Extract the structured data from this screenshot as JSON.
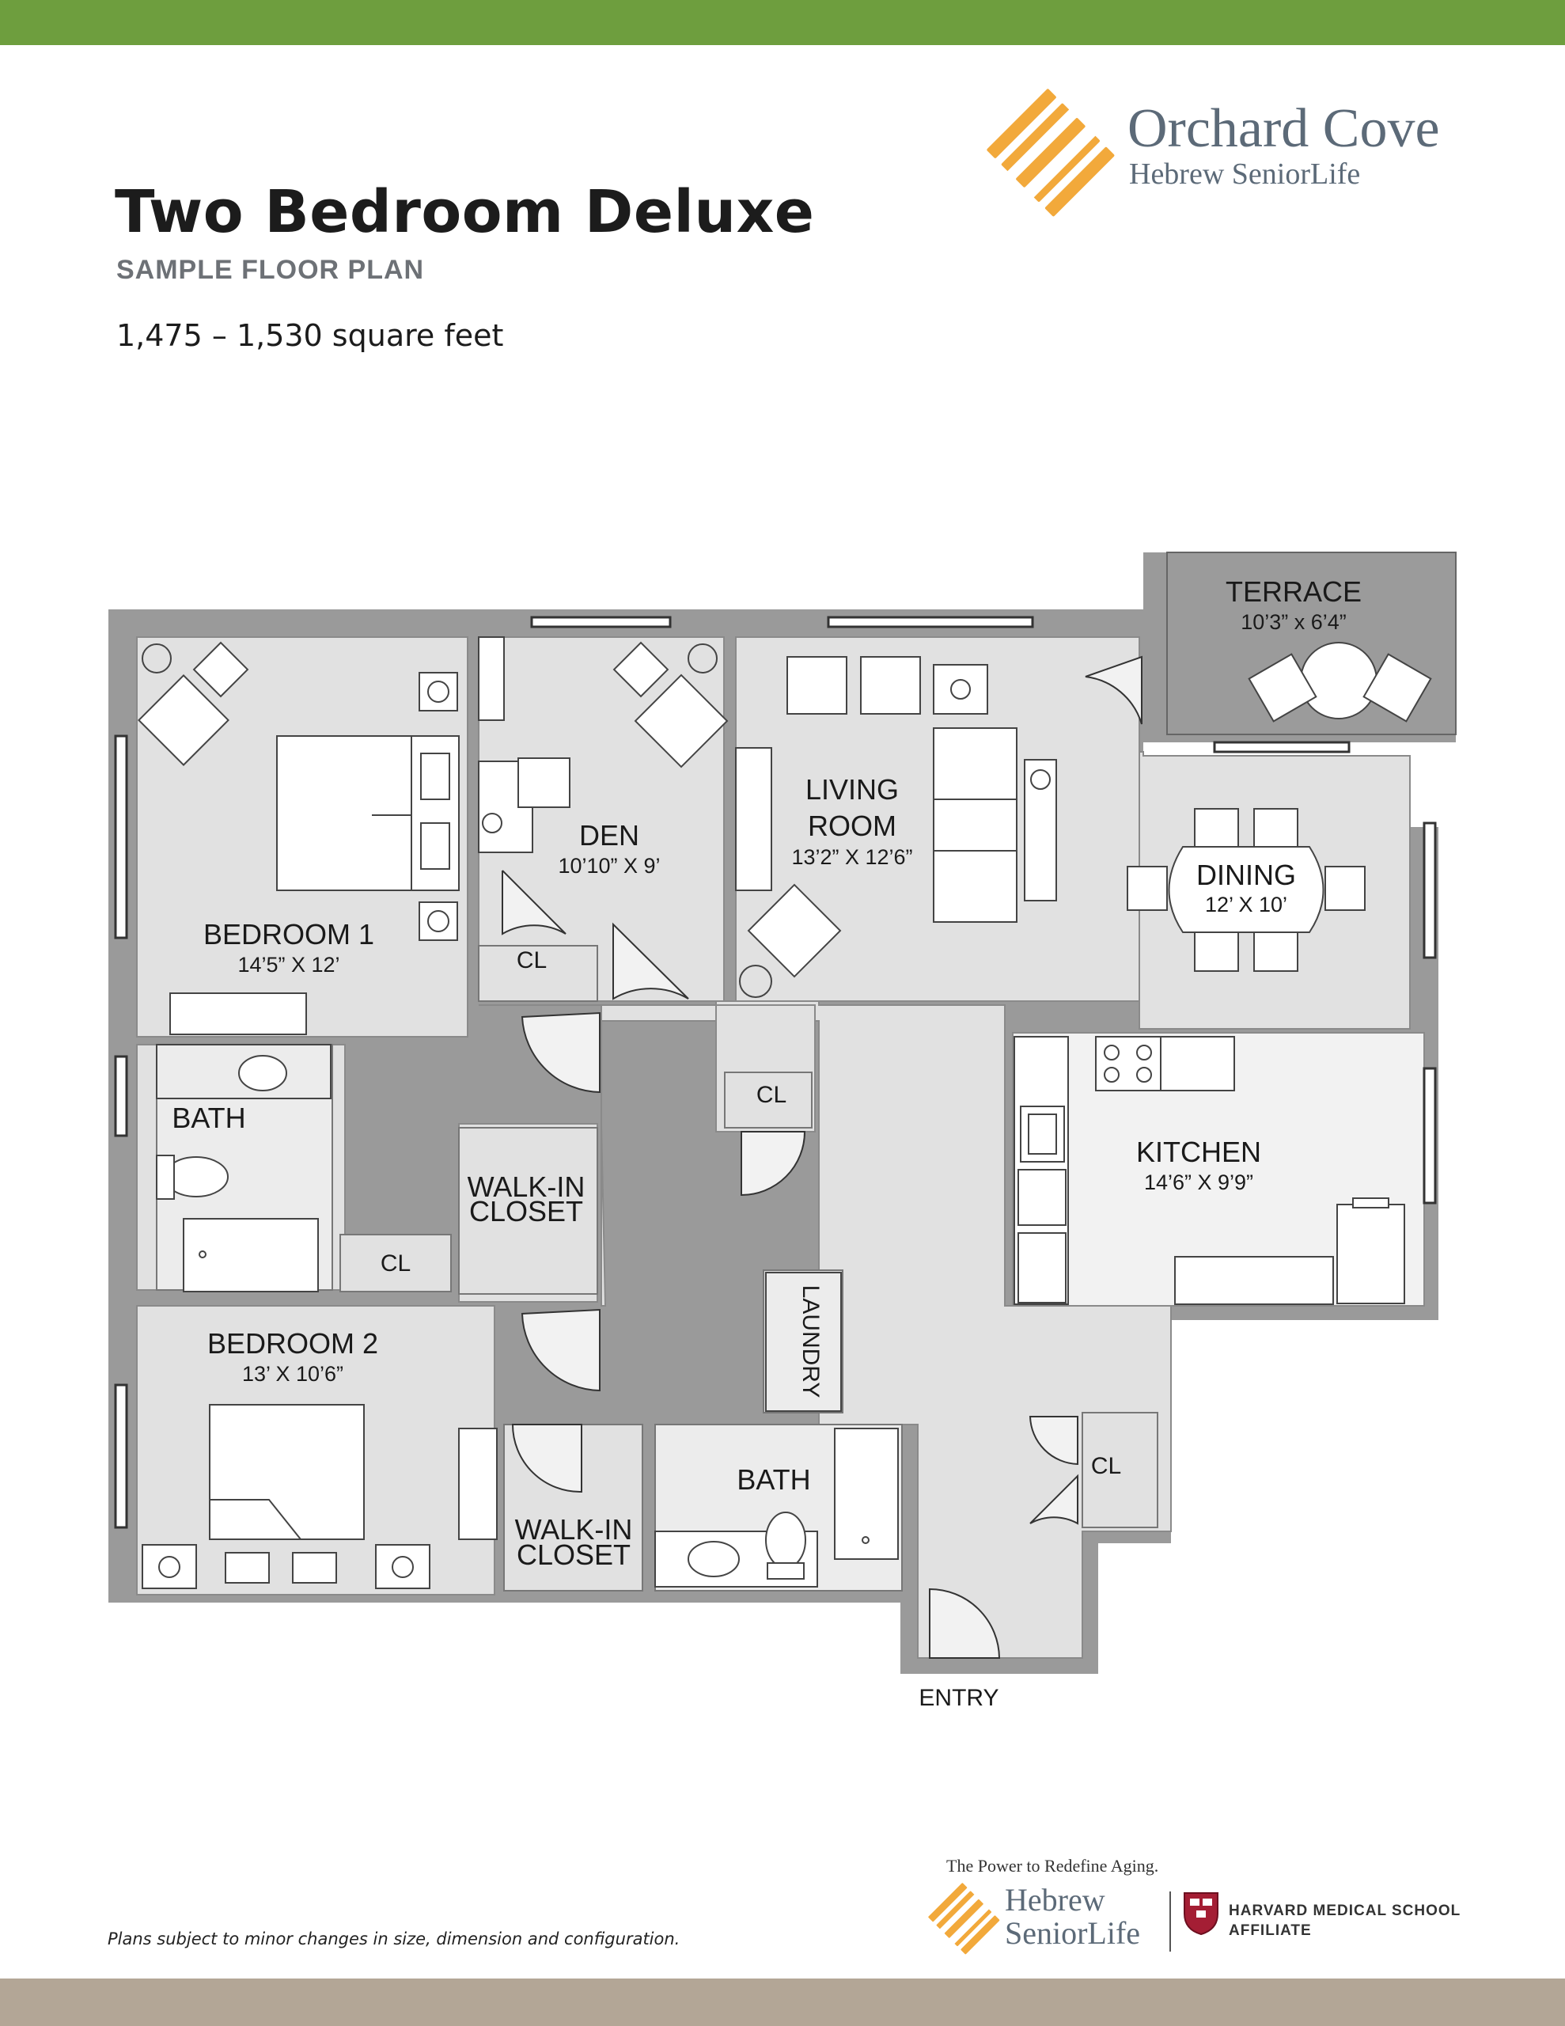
{
  "header": {
    "title": "Two Bedroom Deluxe",
    "subtitle": "SAMPLE FLOOR PLAN",
    "square_feet": "1,475 – 1,530 square feet"
  },
  "brand": {
    "name": "Orchard Cove",
    "sub": "Hebrew SeniorLife"
  },
  "colors": {
    "top_bar": "#6e9e3e",
    "bottom_bar": "#b3a696",
    "logo_orange": "#f2a93b",
    "wall": "#9a9a9a",
    "floor": "#e1e1e1",
    "kitchen_floor": "#f2f2f2",
    "terrace": "#9b9b9b"
  },
  "rooms": {
    "terrace": {
      "name": "TERRACE",
      "dims": "10’3” x 6’4”"
    },
    "den": {
      "name": "DEN",
      "dims": "10’10” X 9’"
    },
    "living": {
      "name1": "LIVING",
      "name2": "ROOM",
      "dims": "13’2” X 12’6”"
    },
    "dining": {
      "name": "DINING",
      "dims": "12’ X 10’"
    },
    "bedroom1": {
      "name": "BEDROOM 1",
      "dims": "14’5” X 12’"
    },
    "bedroom2": {
      "name": "BEDROOM 2",
      "dims": "13’ X 10’6”"
    },
    "kitchen": {
      "name": "KITCHEN",
      "dims": "14’6” X 9’9”"
    },
    "bath1": {
      "name": "BATH"
    },
    "bath2": {
      "name": "BATH"
    },
    "walkin1": {
      "line1": "WALK-IN",
      "line2": "CLOSET"
    },
    "walkin2": {
      "line1": "WALK-IN",
      "line2": "CLOSET"
    },
    "laundry": {
      "name": "LAUNDRY"
    },
    "closet_label": "CL",
    "entry": "ENTRY"
  },
  "footer": {
    "disclaimer": "Plans subject to minor changes in size, dimension and configuration.",
    "tagline": "The Power to Redefine Aging.",
    "hsl_line1": "Hebrew",
    "hsl_line2": "SeniorLife",
    "harvard_line1": "HARVARD MEDICAL SCHOOL",
    "harvard_line2": "AFFILIATE"
  }
}
